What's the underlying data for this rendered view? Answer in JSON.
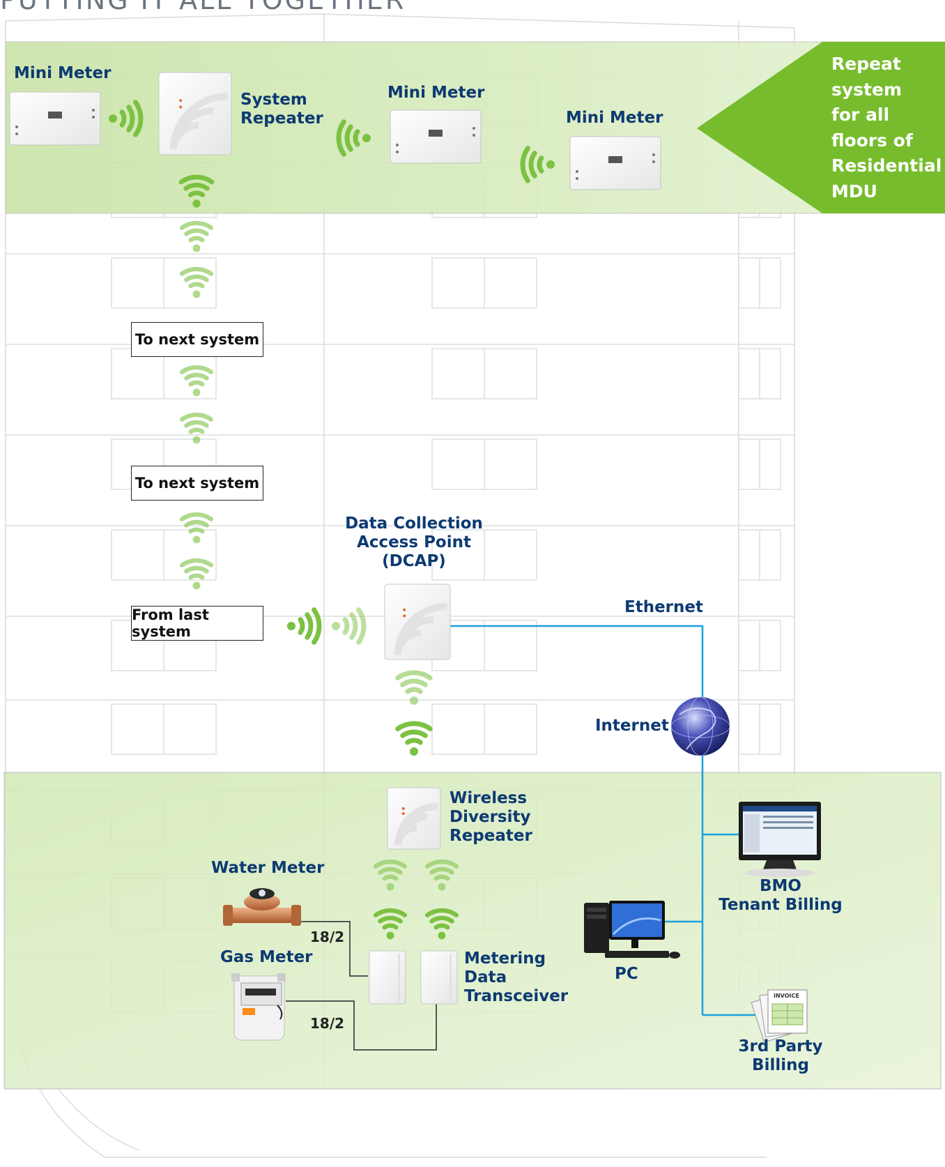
{
  "heading": "PUTTING IT ALL TOGETHER",
  "banner": {
    "text": "Repeat\nsystem\nfor all\nfloors of\nResidential\nMDU",
    "color": "#76bc2d"
  },
  "top_floor": {
    "mini_meter_1": "Mini Meter",
    "system_repeater": "System\nRepeater",
    "mini_meter_2": "Mini Meter",
    "mini_meter_3": "Mini Meter"
  },
  "chain": {
    "box1": "To next system",
    "box2": "To next system",
    "box3": "From last system"
  },
  "dcap": "Data Collection\nAccess Point\n(DCAP)",
  "ethernet": "Ethernet",
  "internet": "Internet",
  "bottom_floor": {
    "wireless_diversity_repeater": "Wireless\nDiversity\nRepeater",
    "water_meter": "Water Meter",
    "gas_meter": "Gas Meter",
    "cable_water": "18/2",
    "cable_gas": "18/2",
    "transceiver": "Metering\nData\nTransceiver",
    "pc": "PC",
    "bmo": "BMO\nTenant Billing",
    "third_party": "3rd Party\nBilling",
    "invoice_text": "INVOICE"
  },
  "colors": {
    "label": "#0d3a72",
    "signal": "#7cc142",
    "ethernet_line": "#1aa0dc",
    "floor_band": "#d9ecbf"
  },
  "icons": [
    "wifi-signal-icon",
    "globe-icon",
    "monitor-icon",
    "pc-tower-icon",
    "invoice-icon",
    "water-meter-icon",
    "gas-meter-icon"
  ]
}
